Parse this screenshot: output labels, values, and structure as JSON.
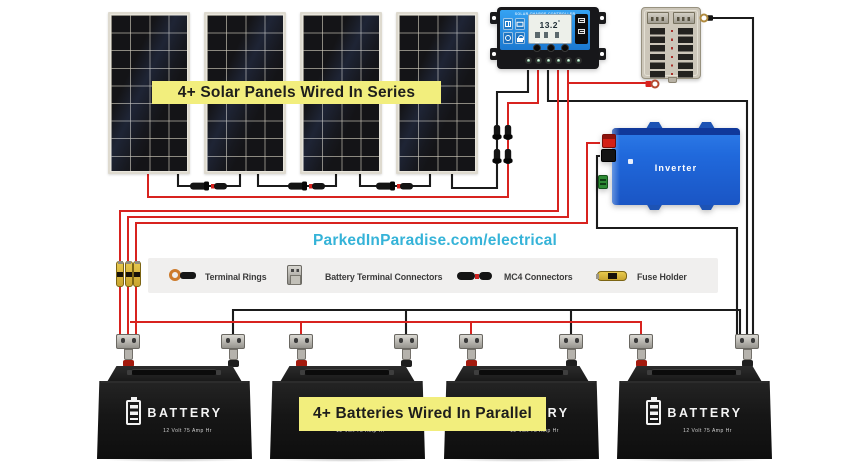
{
  "colors": {
    "wire_red": "#d8231f",
    "wire_black": "#1b1b1b",
    "accent_teal": "#35b3d8",
    "label_yellow": "#f2ee7d",
    "inverter_blue": "#2069dc",
    "controller_blue": "#2492ea"
  },
  "labels": {
    "solar": "4+ Solar Panels Wired In Series",
    "batteries": "4+ Batteries Wired In Parallel",
    "url": "ParkedInParadise.com/electrical"
  },
  "legend": {
    "items": [
      {
        "label": "Terminal Rings",
        "icon": "terminal-ring-icon"
      },
      {
        "label": "Battery Terminal Connectors",
        "icon": "battery-terminal-connector-icon"
      },
      {
        "label": "MC4 Connectors",
        "icon": "mc4-connector-icon"
      },
      {
        "label": "Fuse Holder",
        "icon": "fuse-holder-icon"
      }
    ]
  },
  "controller": {
    "title": "SOLAR CHARGE CONTROLLER",
    "display_value": "13.2"
  },
  "inverter": {
    "label": "Inverter"
  },
  "battery": {
    "name": "BATTERY",
    "spec": "12 Volt 75 Amp Hr"
  }
}
